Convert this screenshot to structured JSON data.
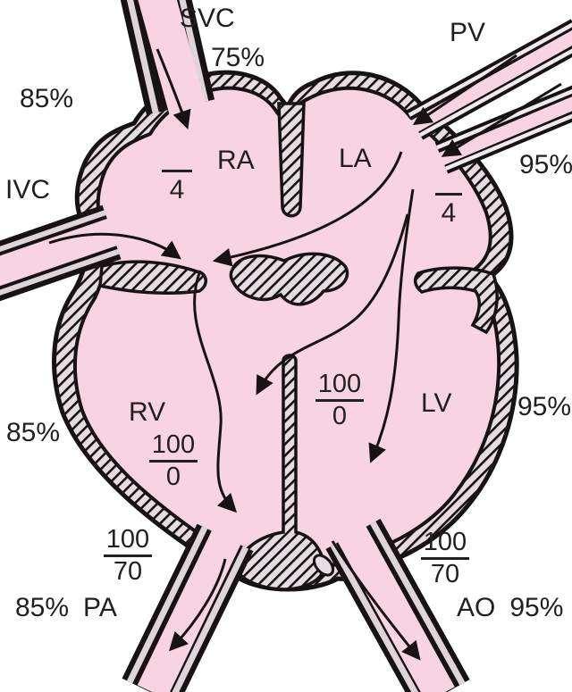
{
  "colors": {
    "lumen_pink": "#f8d3e1",
    "wall_fill": "#e6dce1",
    "pv_wall_fill": "#f1eaee",
    "outline_black": "#171314",
    "text_color": "#231f20",
    "background": "#ffffff"
  },
  "vessels": {
    "svc": "SVC",
    "pv": "PV",
    "ivc": "IVC",
    "pa": "PA",
    "ao": "AO"
  },
  "chambers": {
    "ra": "RA",
    "la": "LA",
    "rv": "RV",
    "lv": "LV"
  },
  "saturations": {
    "svc": "75%",
    "ivc": "85%",
    "pv": "95%",
    "rv": "85%",
    "lv": "95%",
    "pa": "85%",
    "ao": "95%"
  },
  "pressures": {
    "ra_mean": "4",
    "la_mean": "4",
    "rv_sys": "100",
    "rv_dia": "0",
    "lv_sys": "100",
    "lv_dia": "0",
    "pa_sys": "100",
    "pa_dia": "70",
    "ao_sys": "100",
    "ao_dia": "70"
  }
}
